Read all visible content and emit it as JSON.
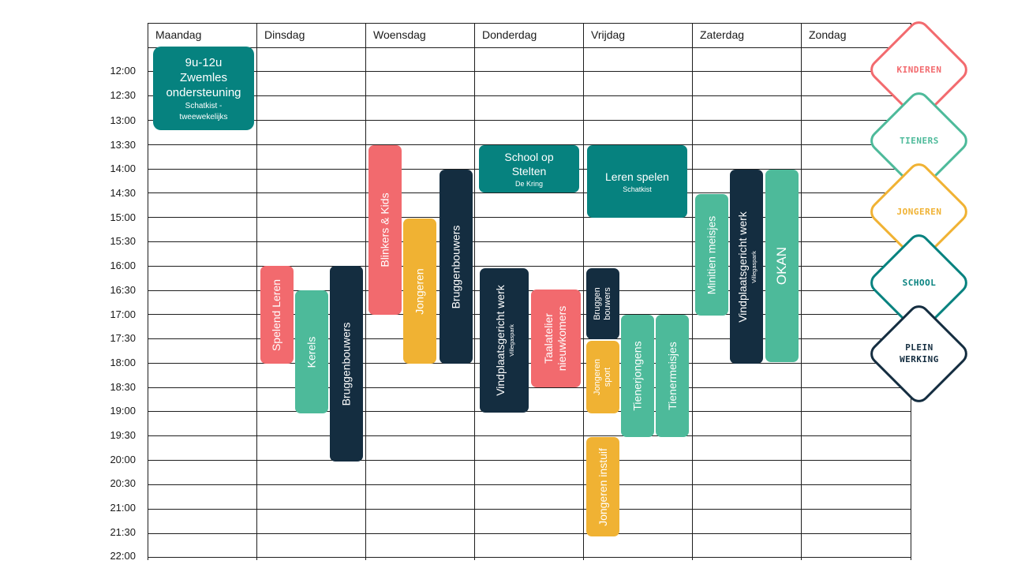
{
  "days": [
    "Maandag",
    "Dinsdag",
    "Woensdag",
    "Donderdag",
    "Vrijdag",
    "Zaterdag",
    "Zondag"
  ],
  "times": [
    "12:00",
    "12:30",
    "13:00",
    "13:30",
    "14:00",
    "14:30",
    "15:00",
    "15:30",
    "16:00",
    "16:30",
    "17:00",
    "17:30",
    "18:00",
    "18:30",
    "19:00",
    "19:30",
    "20:00",
    "20:30",
    "21:00",
    "21:30",
    "22:00"
  ],
  "events": [
    {
      "title": "9u-12u",
      "line2": "Zwemles",
      "line3": "ondersteuning",
      "sub": "Schatkist -",
      "sub2": "tweewekelijks",
      "day": "Maandag",
      "category": "school"
    },
    {
      "title": "Spelend Leren",
      "day": "Dinsdag",
      "start": "16:00",
      "end": "18:00",
      "category": "kinderen"
    },
    {
      "title": "Kerels",
      "day": "Dinsdag",
      "start": "16:30",
      "end": "19:00",
      "category": "tieners"
    },
    {
      "title": "Bruggenbouwers",
      "day": "Dinsdag",
      "start": "16:00",
      "end": "20:00",
      "category": "pleinwerking"
    },
    {
      "title": "Blinkers & Kids",
      "day": "Woensdag",
      "start": "13:30",
      "end": "17:00",
      "category": "kinderen"
    },
    {
      "title": "Jongeren",
      "day": "Woensdag",
      "start": "15:00",
      "end": "18:00",
      "category": "jongeren"
    },
    {
      "title": "Bruggenbouwers",
      "day": "Woensdag",
      "start": "14:00",
      "end": "18:00",
      "category": "pleinwerking"
    },
    {
      "title": "School op",
      "line2": "Stelten",
      "sub": "De Kring",
      "day": "Donderdag",
      "start": "13:30",
      "end": "14:30",
      "category": "school"
    },
    {
      "title": "Vindplaatsgericht werk",
      "sub": "Villegaspark",
      "day": "Donderdag",
      "start": "16:00",
      "end": "19:00",
      "category": "pleinwerking"
    },
    {
      "title": "Taalatelier",
      "line2": "nieuwkomers",
      "day": "Donderdag",
      "start": "16:30",
      "end": "18:30",
      "category": "kinderen"
    },
    {
      "title": "Leren spelen",
      "sub": "Schatkist",
      "day": "Vrijdag",
      "start": "13:30",
      "end": "15:00",
      "category": "school"
    },
    {
      "title": "Bruggen",
      "line2": "bouwers",
      "day": "Vrijdag",
      "start": "16:00",
      "end": "17:30",
      "category": "pleinwerking"
    },
    {
      "title": "Jongeren",
      "line2": "sport",
      "day": "Vrijdag",
      "start": "17:30",
      "end": "19:00",
      "category": "jongeren"
    },
    {
      "title": "Tienerjongens",
      "day": "Vrijdag",
      "start": "17:00",
      "end": "19:30",
      "category": "tieners"
    },
    {
      "title": "Tienermeisjes",
      "day": "Vrijdag",
      "start": "17:00",
      "end": "19:30",
      "category": "tieners"
    },
    {
      "title": "Jongeren instuif",
      "day": "Vrijdag",
      "start": "19:30",
      "end": "21:30",
      "category": "jongeren"
    },
    {
      "title": "Minitien meisjes",
      "day": "Zaterdag",
      "start": "14:30",
      "end": "17:00",
      "category": "tieners"
    },
    {
      "title": "Vindplaatsgericht werk",
      "sub": "Villegaspark",
      "day": "Zaterdag",
      "start": "14:00",
      "end": "18:00",
      "category": "pleinwerking"
    },
    {
      "title": "OKAN",
      "day": "Zaterdag",
      "start": "14:00",
      "end": "18:00",
      "category": "tieners"
    }
  ],
  "legend": [
    {
      "label": "KINDEREN",
      "color": "#f26a6e"
    },
    {
      "label": "TIENERS",
      "color": "#4dba9a"
    },
    {
      "label": "JONGEREN",
      "color": "#f0b233"
    },
    {
      "label": "SCHOOL",
      "color": "#06827f"
    },
    {
      "label": "PLEIN",
      "label2": "WERKING",
      "color": "#142d40"
    }
  ]
}
